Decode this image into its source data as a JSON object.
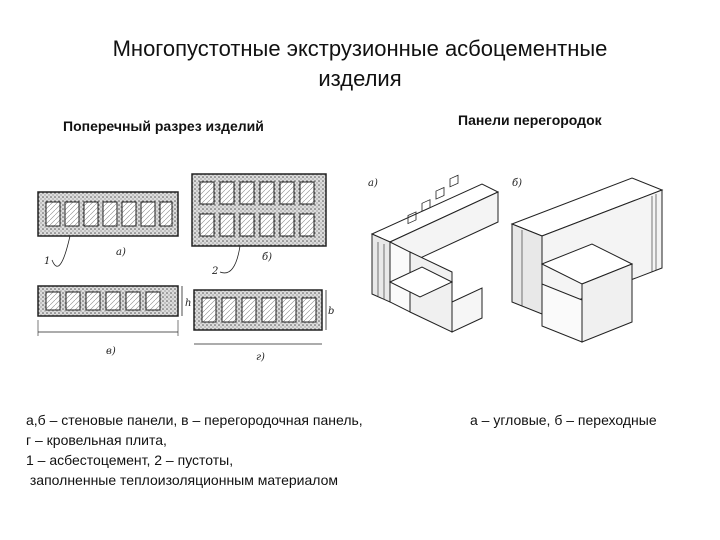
{
  "slide": {
    "title_line1": "Многопустотные экструзионные асбоцементные",
    "title_line2": "изделия",
    "left_heading": "Поперечный разрез изделий",
    "right_heading": "Панели перегородок",
    "left_caption": [
      "а,б – стеновые панели, в – перегородочная панель,",
      "г – кровельная плита,",
      "1 – асбестоцемент, 2 – пустоты,",
      " заполненные теплоизоляционным материалом"
    ],
    "right_caption": "а – угловые, б – переходные"
  },
  "figure_labels": {
    "a": "а)",
    "b": "б)",
    "v": "в)",
    "g": "г)",
    "one": "1",
    "two": "2",
    "h": "h",
    "b_dim": "b",
    "corner_a": "а)",
    "corner_b": "б)"
  }
}
